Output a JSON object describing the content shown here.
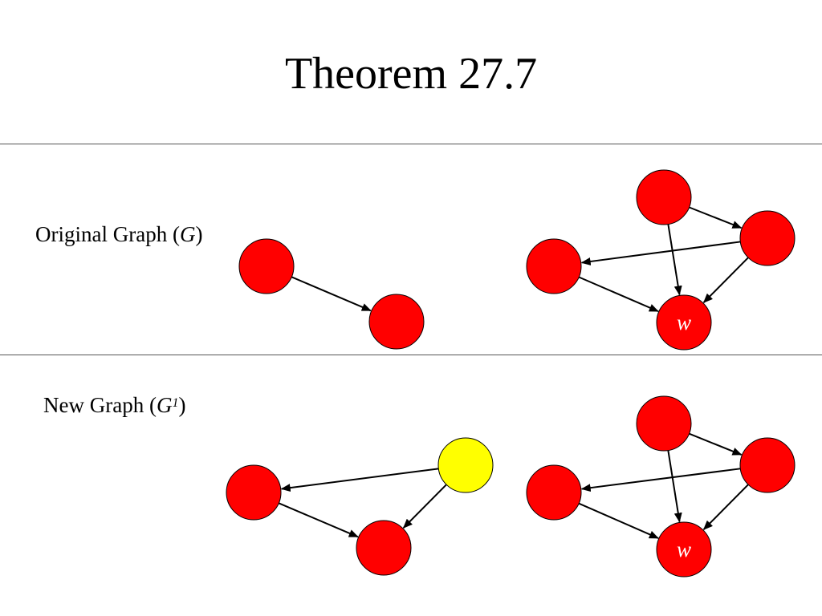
{
  "title": "Theorem 27.7",
  "sections": {
    "original": {
      "label_prefix": "Original Graph (",
      "label_symbol": "G",
      "label_suffix": ")"
    },
    "new": {
      "label_prefix": "New Graph (",
      "label_symbol": "G",
      "label_sup": "1",
      "label_suffix": ")"
    }
  },
  "node_labels": {
    "w": "w"
  },
  "colors": {
    "node_fill": "#ff0000",
    "new_node_fill": "#ffff00",
    "stroke": "#000000"
  }
}
